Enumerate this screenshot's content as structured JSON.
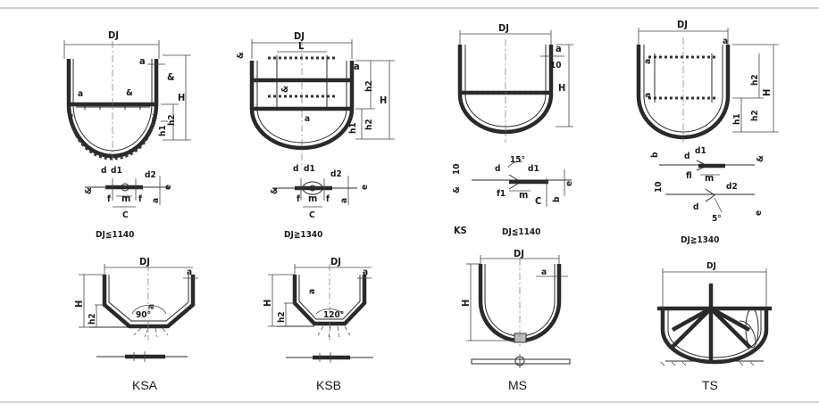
{
  "panels": {
    "top1": {
      "dj": "DJ",
      "a1": "a",
      "amp1": "&",
      "a2": "a",
      "amp2": "&",
      "H": "H",
      "h2": "h2",
      "h1": "h1",
      "d": "d",
      "d1": "d1",
      "d2": "d2",
      "amp3": "&",
      "e": "e",
      "f1": "f",
      "m": "m",
      "f2": "f",
      "c": "C",
      "a3": "a",
      "cond": "DJ≦1140"
    },
    "top2": {
      "dj": "DJ",
      "l": "L",
      "amp1": "&",
      "a1": "a",
      "amp2": "&",
      "a2": "a",
      "h2a": "h2",
      "H": "H",
      "h1": "h1",
      "h2b": "h2",
      "d": "d",
      "d1": "d1",
      "d2": "d2",
      "amp3": "&",
      "e": "e",
      "f1": "f",
      "m": "m",
      "f2": "f",
      "c": "C",
      "a3": "a",
      "cond": "DJ≧1340"
    },
    "top3": {
      "dj": "DJ",
      "a1": "a",
      "n10": "10",
      "H": "H",
      "n15": "15°",
      "d": "d",
      "d1": "d1",
      "n10b": "10",
      "amp": "&",
      "f1": "f1",
      "m": "m",
      "c": "C",
      "e": "e",
      "b": "b",
      "ks": "KS",
      "cond": "DJ≦1140"
    },
    "top4": {
      "dj": "DJ",
      "a1": "a",
      "a2": "a",
      "a3": "a",
      "h2": "h2",
      "H": "H",
      "h1": "h1",
      "h2b": "h2",
      "b": "b",
      "d": "d",
      "d1": "d1",
      "amp": "&",
      "f1": "fl",
      "m": "m",
      "n10": "10",
      "d2": "d2",
      "d3": "d",
      "n5": "5°",
      "e": "e",
      "cond": "DJ≧1340"
    },
    "ksa": {
      "dj": "DJ",
      "a1": "a",
      "H": "H",
      "h2": "h2",
      "a2": "a",
      "angle": "90°",
      "caption": "KSA"
    },
    "ksb": {
      "dj": "DJ",
      "a1": "a",
      "H": "H",
      "h2": "h2",
      "a2": "a",
      "angle": "120°",
      "caption": "KSB"
    },
    "ms": {
      "dj": "DJ",
      "a1": "a",
      "H": "H",
      "caption": "MS"
    },
    "ts": {
      "dj": "DJ",
      "caption": "TS"
    }
  }
}
